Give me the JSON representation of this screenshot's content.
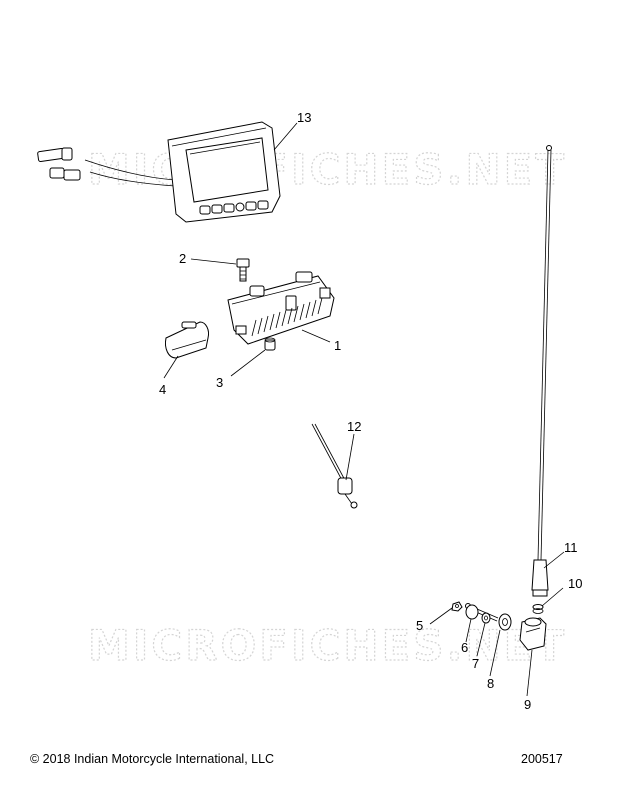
{
  "watermark": "MICROFICHES.NET",
  "callouts": {
    "c1": "1",
    "c2": "2",
    "c3": "3",
    "c4": "4",
    "c5": "5",
    "c6": "6",
    "c7": "7",
    "c8": "8",
    "c9": "9",
    "c10": "10",
    "c11": "11",
    "c12": "12",
    "c13": "13"
  },
  "footer": {
    "copyright": "© 2018 Indian Motorcycle International, LLC",
    "docnum": "200517"
  }
}
